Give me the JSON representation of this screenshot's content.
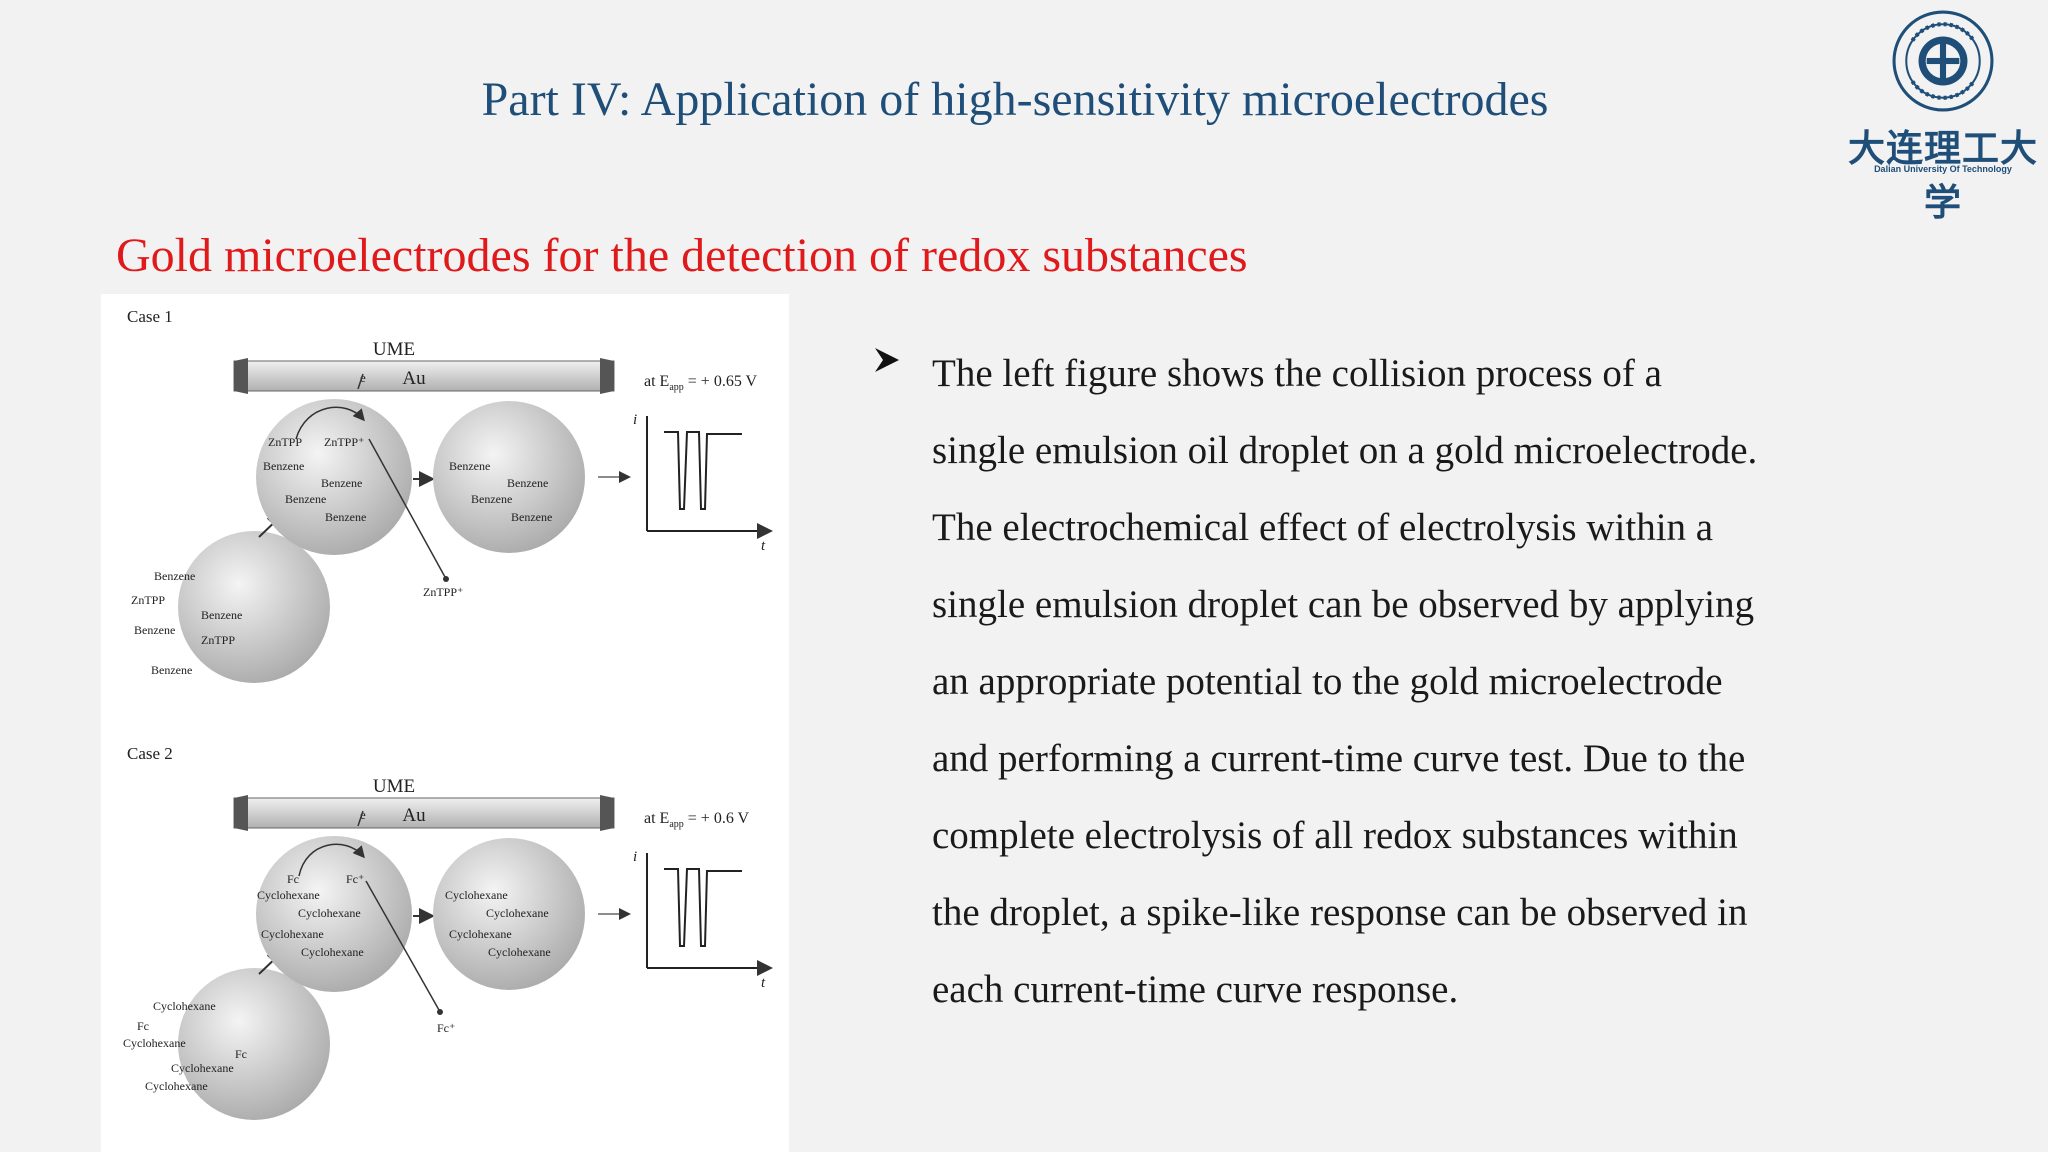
{
  "header": {
    "title": "Part IV: Application of high-sensitivity microelectrodes"
  },
  "logo": {
    "chinese_name": "大连理工大学",
    "english_name": "Dalian University Of Technology",
    "brand_color": "#1f4e79"
  },
  "section": {
    "heading": "Gold microelectrodes for the detection of redox substances",
    "heading_color": "#e0191b"
  },
  "figure": {
    "case1": {
      "label": "Case 1",
      "electrode_label": "UME",
      "electrode_material": "Au",
      "electron": "e",
      "potential_prefix": "at E",
      "potential_sub": "app",
      "potential_value": " = + 0.65 V",
      "axis_i": "i",
      "axis_t": "t",
      "droplet_far": [
        "Benzene",
        "ZnTPP",
        "Benzene",
        "Benzene",
        "ZnTPP",
        "Benzene"
      ],
      "droplet_contact": [
        "ZnTPP",
        "ZnTPP⁺",
        "Benzene",
        "Benzene",
        "Benzene",
        "Benzene"
      ],
      "droplet_after": [
        "Benzene",
        "Benzene",
        "Benzene",
        "Benzene"
      ],
      "released": "ZnTPP⁺"
    },
    "case2": {
      "label": "Case 2",
      "electrode_label": "UME",
      "electrode_material": "Au",
      "electron": "e",
      "potential_prefix": "at E",
      "potential_sub": "app",
      "potential_value": " = + 0.6 V",
      "axis_i": "i",
      "axis_t": "t",
      "droplet_far": [
        "Cyclohexane",
        "Fc",
        "Cyclohexane",
        "Fc",
        "Cyclohexane",
        "Cyclohexane"
      ],
      "droplet_contact": [
        "Fc",
        "Fc⁺",
        "Cyclohexane",
        "Cyclohexane",
        "Cyclohexane",
        "Cyclohexane"
      ],
      "droplet_after": [
        "Cyclohexane",
        "Cyclohexane",
        "Cyclohexane",
        "Cyclohexane"
      ],
      "released": "Fc⁺"
    }
  },
  "body": {
    "bullet_icon": "arrow-bullet-icon",
    "lines": [
      "The left figure shows the collision process of a",
      "single emulsion oil droplet on a gold microelectrode.",
      "The electrochemical effect of electrolysis within a",
      "single emulsion droplet can be observed by applying",
      "an appropriate potential to the gold microelectrode",
      "and performing a current-time curve test. Due to the",
      "complete electrolysis of all redox substances within",
      "the droplet, a spike-like response can be observed in",
      "each current-time curve response."
    ]
  }
}
